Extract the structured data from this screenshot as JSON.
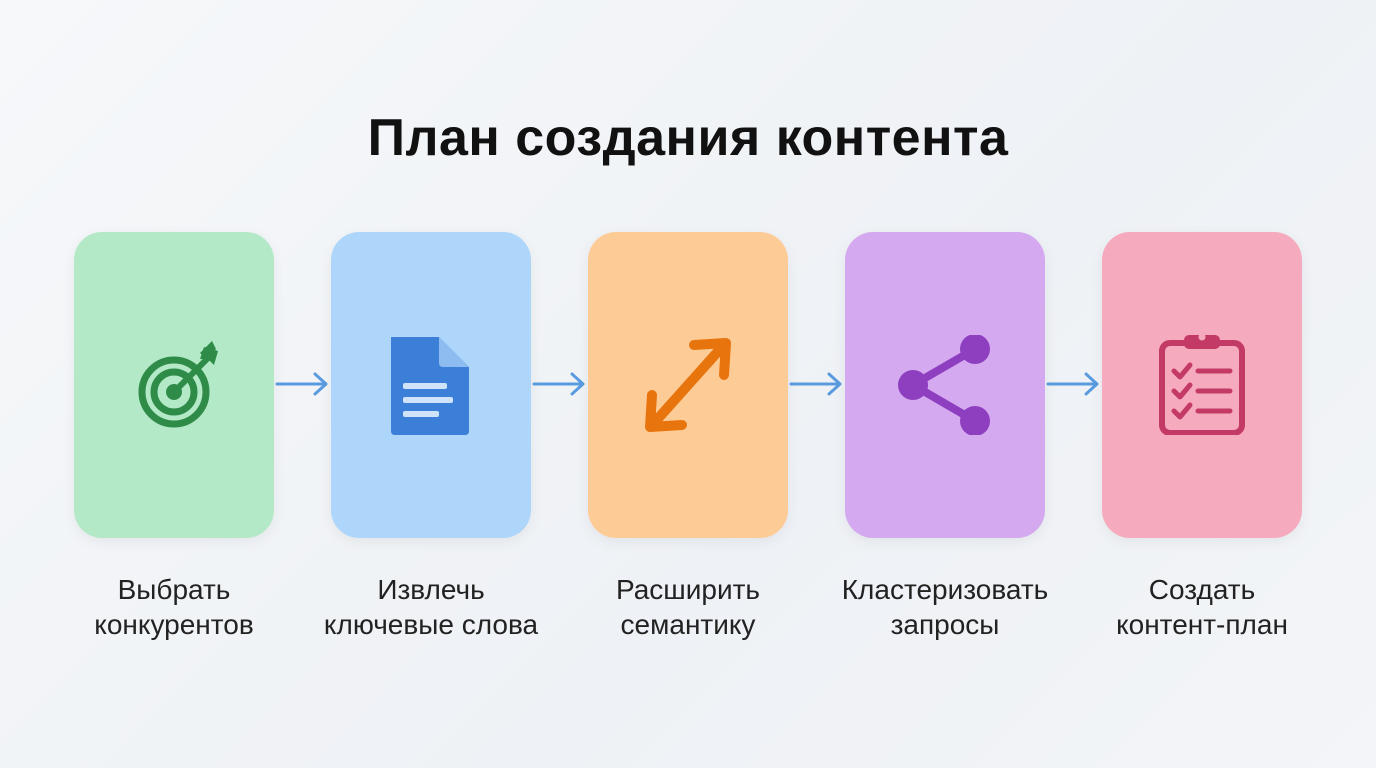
{
  "title": "План создания контента",
  "colors": {
    "arrow": "#5a9be0",
    "card1_bg": "#b3e9c7",
    "card1_icon": "#2e8b48",
    "card2_bg": "#aed6fb",
    "card2_icon": "#3b7fd8",
    "card3_bg": "#fdcb95",
    "card3_icon": "#e8740e",
    "card4_bg": "#d4a9ef",
    "card4_icon": "#8e3fbf",
    "card5_bg": "#f6aabd",
    "card5_icon": "#c33a66"
  },
  "steps": [
    {
      "icon": "target-icon",
      "line1": "Выбрать",
      "line2": "конкурентов"
    },
    {
      "icon": "document-icon",
      "line1": "Извлечь",
      "line2": "ключевые слова"
    },
    {
      "icon": "expand-arrows-icon",
      "line1": "Расширить",
      "line2": "семантику"
    },
    {
      "icon": "share-nodes-icon",
      "line1": "Кластеризовать",
      "line2": "запросы"
    },
    {
      "icon": "clipboard-checklist-icon",
      "line1": "Создать",
      "line2": "контент-план"
    }
  ]
}
